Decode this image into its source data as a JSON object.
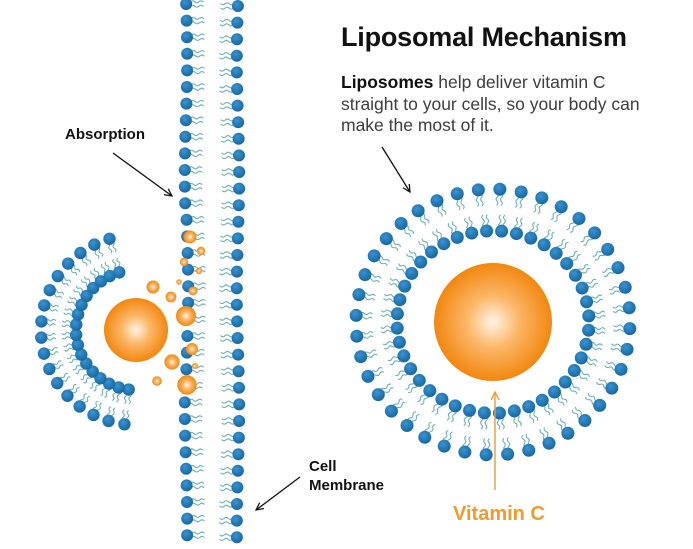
{
  "title": "Liposomal Mechanism",
  "description": {
    "bold": "Liposomes",
    "rest": " help deliver vitamin C straight to your cells, so your body can make the most of it."
  },
  "labels": {
    "absorption": "Absorption",
    "cell_membrane_line1": "Cell",
    "cell_membrane_line2": "Membrane",
    "vitamin_c": "Vitamin C"
  },
  "colors": {
    "lipid_head": "#1f77b4",
    "lipid_tail": "#6fb0b8",
    "vitamin_orange": "#f28c1c",
    "vitamin_label": "#f39a2b",
    "arrow_black": "#111111",
    "text_dark": "#111111",
    "text_body": "#3d3d3d"
  },
  "icons": {
    "absorption_arrow": "arrow-down-right",
    "cell_membrane_arrow": "arrow-down-left",
    "liposome_arrow": "arrow-down-right",
    "vitamin_c_arrow": "arrow-up"
  }
}
